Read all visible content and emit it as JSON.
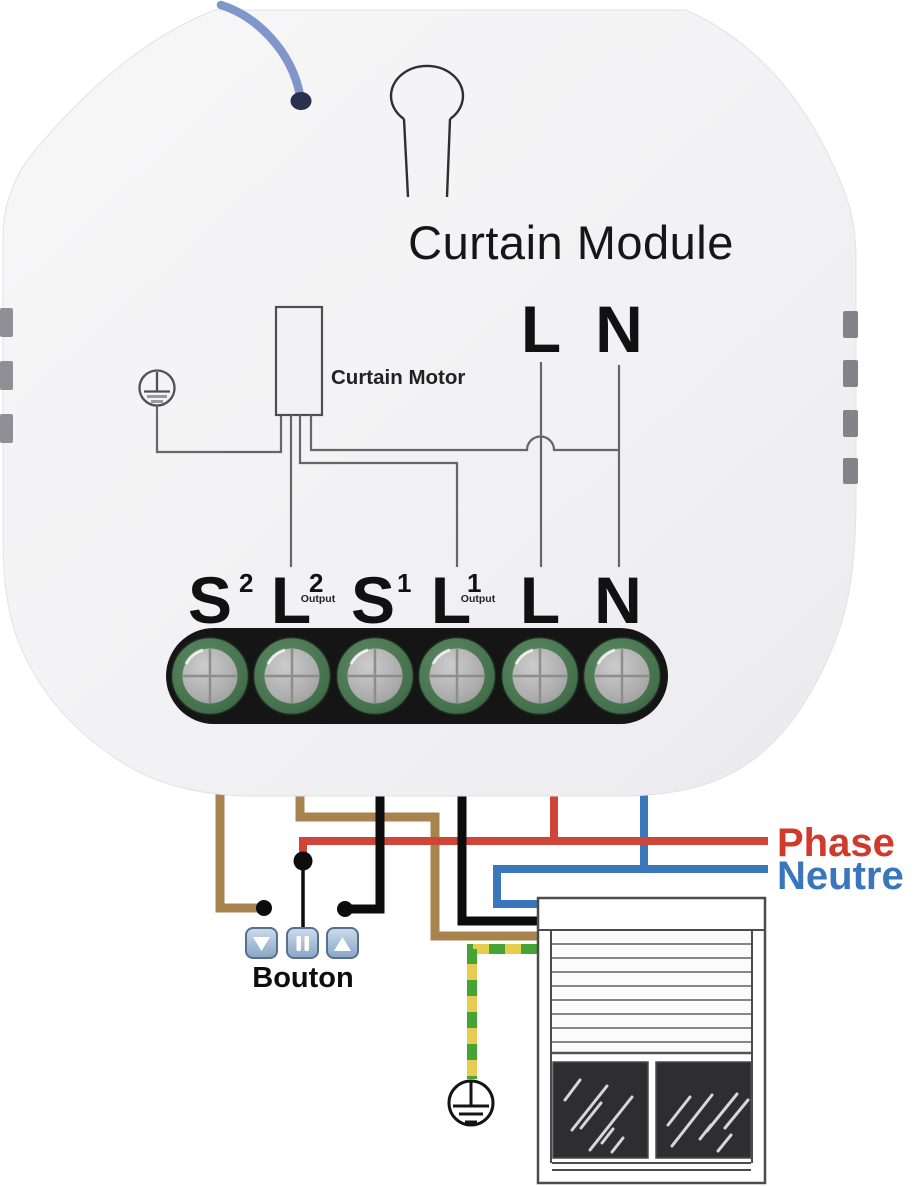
{
  "device": {
    "title": "Curtain Module",
    "motor_label": "Curtain Motor",
    "line_label": "L",
    "neutral_label": "N",
    "terminals": [
      {
        "letter": "S",
        "sup": "2",
        "sub": ""
      },
      {
        "letter": "L",
        "sup": "2",
        "sub": "Output"
      },
      {
        "letter": "S",
        "sup": "1",
        "sub": ""
      },
      {
        "letter": "L",
        "sup": "1",
        "sub": "Output"
      },
      {
        "letter": "L",
        "sup": "",
        "sub": ""
      },
      {
        "letter": "N",
        "sup": "",
        "sub": ""
      }
    ]
  },
  "wiring": {
    "phase_label": "Phase",
    "neutre_label": "Neutre",
    "button_label": "Bouton",
    "colors": {
      "phase": "#cf4537",
      "phase_text": "#d03a2c",
      "neutre": "#3a76bb",
      "brown": "#a8834e",
      "black": "#0c0c0c",
      "ground_yellow": "#e6cd50",
      "ground_green": "#45a433",
      "antenna_blue": "#8096ca"
    }
  }
}
